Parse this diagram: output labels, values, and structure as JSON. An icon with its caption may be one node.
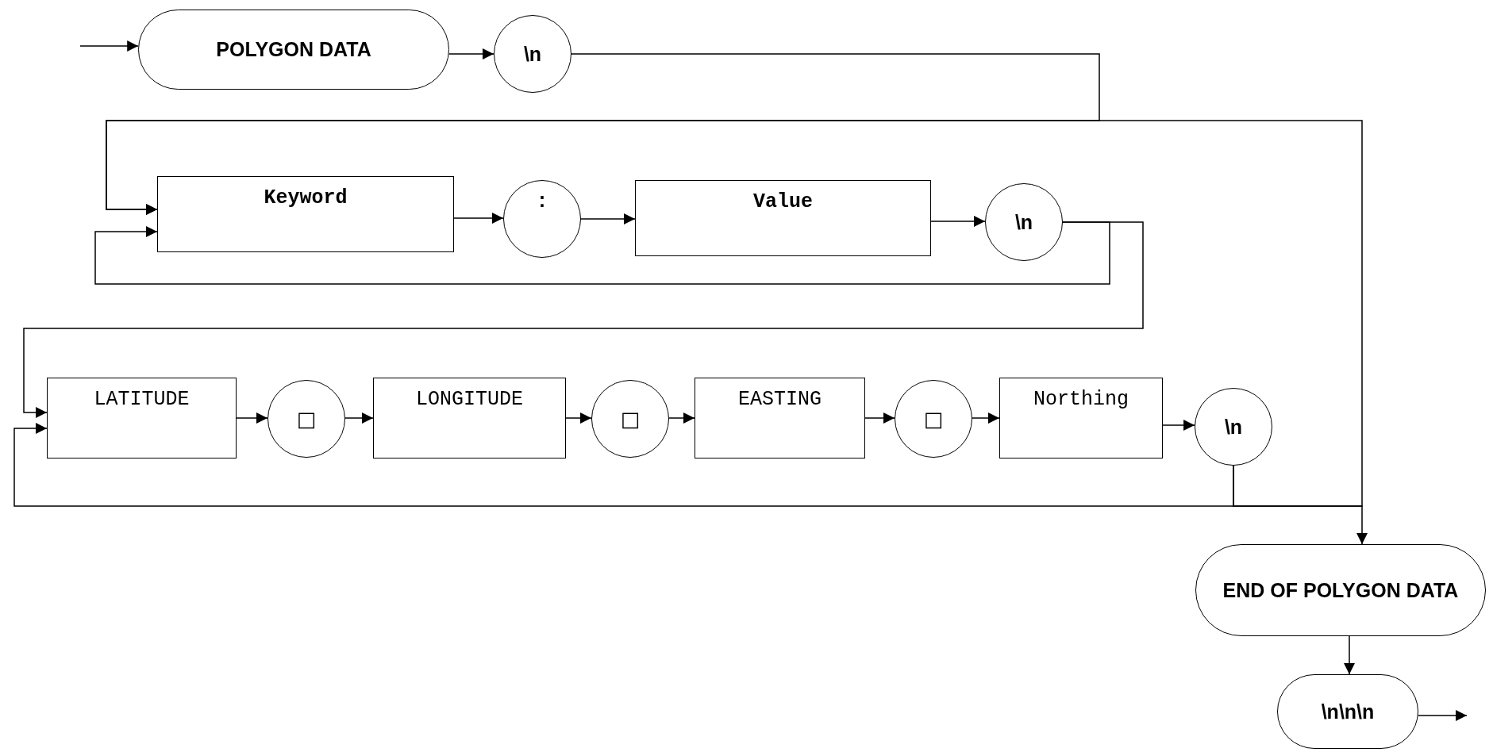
{
  "diagram": {
    "nodes": [
      {
        "text": [
          "POLYGON DATA"
        ]
      },
      {
        "text": [
          "\\n"
        ]
      },
      {
        "text": [
          "Keyword"
        ]
      },
      {
        "text": [
          ":"
        ]
      },
      {
        "text": [
          "Value"
        ]
      },
      {
        "text": [
          "\\n"
        ]
      },
      {
        "text": [
          "LATITUDE"
        ]
      },
      {
        "text": [
          "□"
        ]
      },
      {
        "text": [
          "LONGITUDE"
        ]
      },
      {
        "text": [
          "□"
        ]
      },
      {
        "text": [
          "EASTING"
        ]
      },
      {
        "text": [
          "□"
        ]
      },
      {
        "text": [
          "Northing"
        ]
      },
      {
        "text": [
          "\\n"
        ]
      },
      {
        "text": [
          "END OF POLYGON DATA"
        ]
      },
      {
        "text": [
          "\\n\\n\\n"
        ]
      }
    ],
    "edges": [
      {
        "from": null,
        "to": 0,
        "arrow": "to"
      },
      {
        "from": 0,
        "to": 1,
        "arrow": "to"
      },
      {
        "from": 1,
        "to": 2,
        "arrow": "to"
      },
      {
        "from": 2,
        "to": 3,
        "arrow": "to"
      },
      {
        "from": 3,
        "to": 4,
        "arrow": "to"
      },
      {
        "from": 4,
        "to": 5,
        "arrow": "to"
      },
      {
        "from": 5,
        "to": 2,
        "arrow": "to"
      },
      {
        "from": 5,
        "to": 6,
        "arrow": "to"
      },
      {
        "from": 6,
        "to": 7,
        "arrow": "to"
      },
      {
        "from": 7,
        "to": 8,
        "arrow": "to"
      },
      {
        "from": 8,
        "to": 9,
        "arrow": "to"
      },
      {
        "from": 9,
        "to": 10,
        "arrow": "to"
      },
      {
        "from": 10,
        "to": 11,
        "arrow": "to"
      },
      {
        "from": 11,
        "to": 12,
        "arrow": "to"
      },
      {
        "from": 12,
        "to": 13,
        "arrow": "to"
      },
      {
        "from": 13,
        "to": 6,
        "arrow": "to"
      },
      {
        "from": 13,
        "to": 2,
        "arrow": "to"
      },
      {
        "from": 13,
        "to": 14,
        "arrow": "to"
      },
      {
        "from": 14,
        "to": 15,
        "arrow": "to"
      },
      {
        "from": 15,
        "to": null,
        "arrow": "to"
      }
    ]
  }
}
